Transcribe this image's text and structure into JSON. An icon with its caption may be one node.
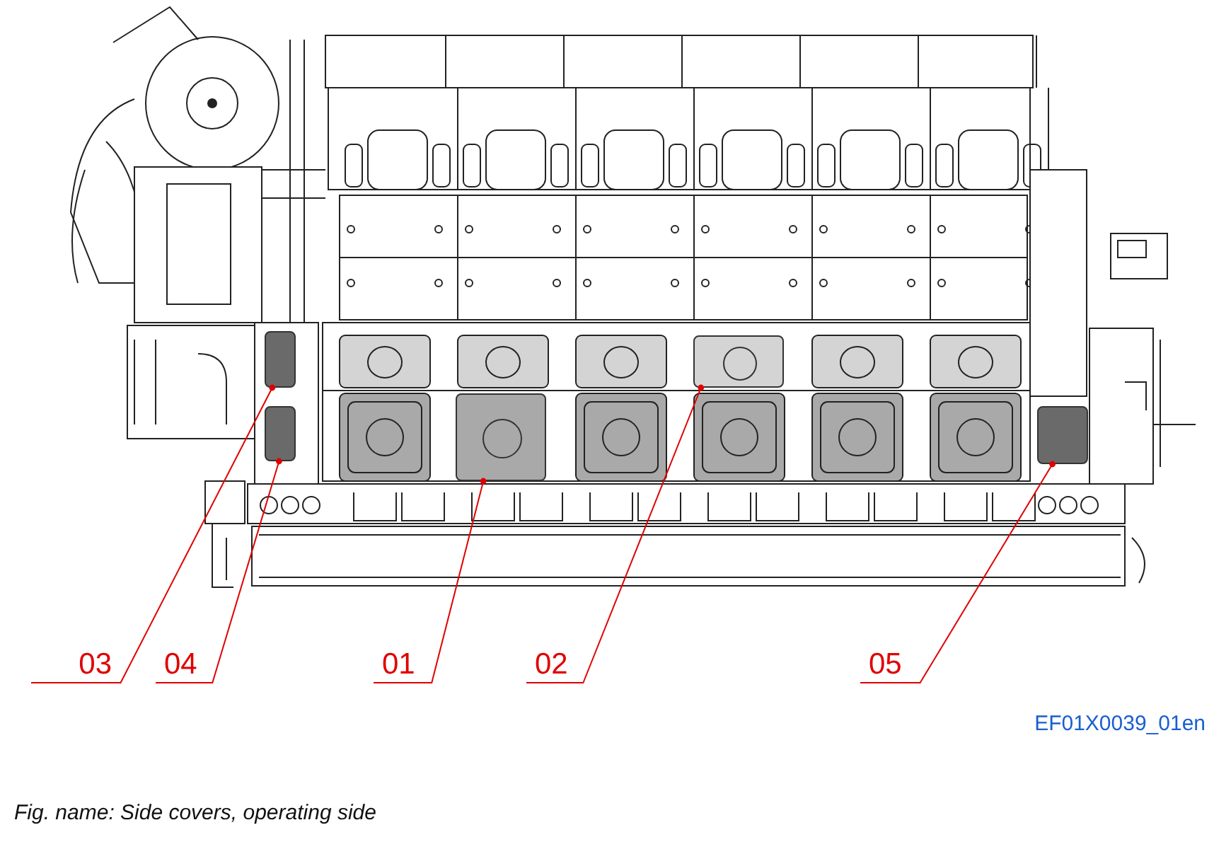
{
  "diagram": {
    "caption": "Fig. name: Side covers, operating side",
    "nodes": [
      {
        "text": [
          "03"
        ]
      },
      {
        "text": [
          "04"
        ]
      },
      {
        "text": [
          "01"
        ]
      },
      {
        "text": [
          "02"
        ]
      },
      {
        "text": [
          "05"
        ]
      },
      {
        "text": [],
        "shape": "box"
      },
      {
        "text": [],
        "shape": "box"
      },
      {
        "text": [],
        "shape": "box"
      },
      {
        "text": [],
        "shape": "box"
      },
      {
        "text": [],
        "shape": "box"
      }
    ],
    "edges": [
      {
        "from": 0,
        "to": 5,
        "arrow": "other"
      },
      {
        "from": 1,
        "to": 6,
        "arrow": "other"
      },
      {
        "from": 2,
        "to": 7,
        "arrow": "other"
      },
      {
        "from": 3,
        "to": 8,
        "arrow": "other"
      },
      {
        "from": 4,
        "to": 9,
        "arrow": "other"
      }
    ],
    "labels": [
      "EF01X0039_01en"
    ]
  }
}
